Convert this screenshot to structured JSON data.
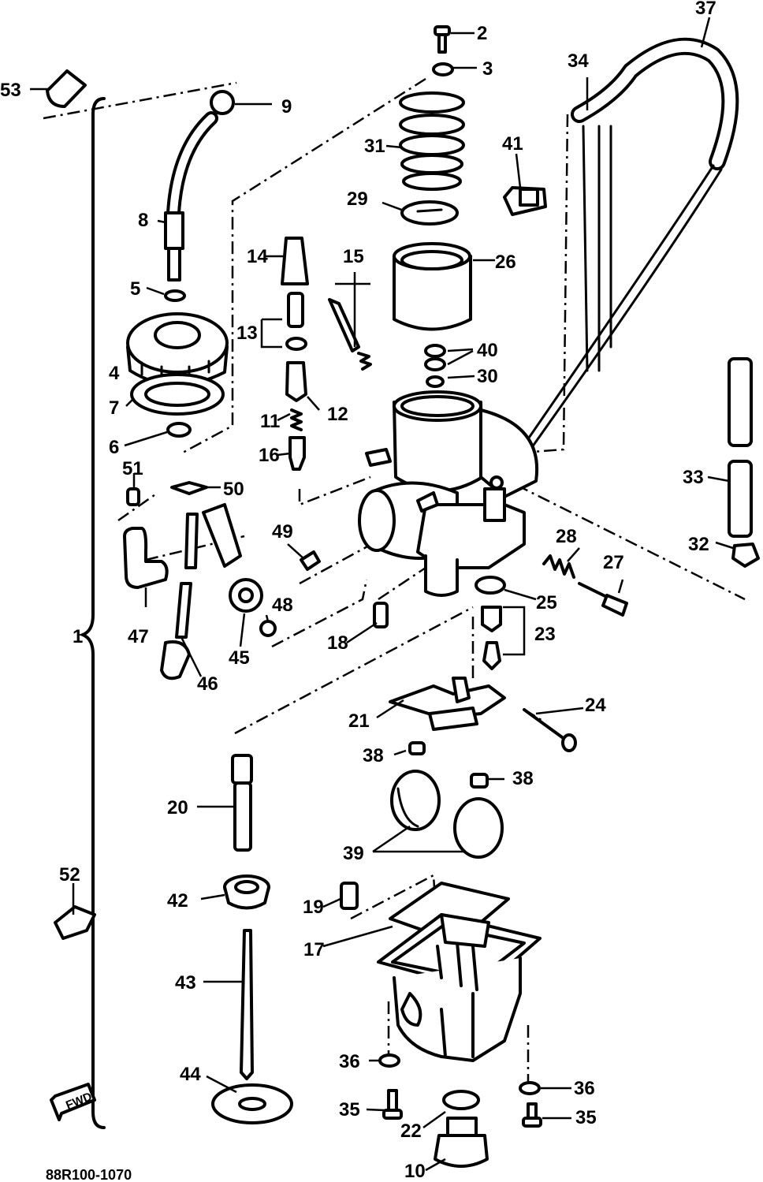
{
  "diagram": {
    "drawing_code": "88R100-1070",
    "front_arrow_label": "FWD",
    "assembly_label": "1",
    "callouts": [
      "2",
      "3",
      "4",
      "5",
      "6",
      "7",
      "8",
      "9",
      "10",
      "11",
      "12",
      "13",
      "14",
      "15",
      "16",
      "17",
      "18",
      "19",
      "20",
      "21",
      "22",
      "23",
      "24",
      "25",
      "26",
      "27",
      "28",
      "29",
      "30",
      "31",
      "32",
      "33",
      "34",
      "35",
      "36",
      "37",
      "38",
      "39",
      "40",
      "41",
      "42",
      "43",
      "44",
      "45",
      "46",
      "47",
      "48",
      "49",
      "50",
      "51",
      "52",
      "53"
    ]
  }
}
